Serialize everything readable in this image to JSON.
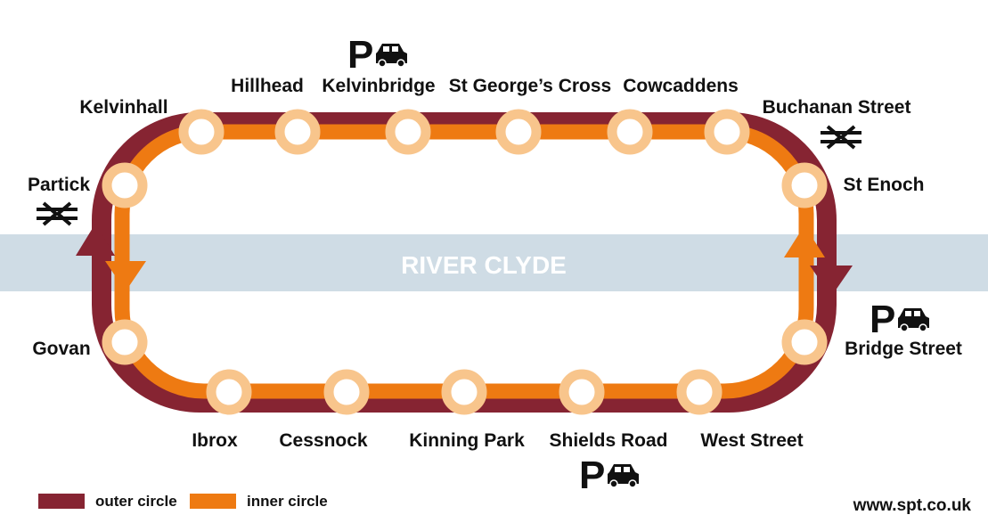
{
  "colors": {
    "outer": "#862432",
    "inner": "#ee7a12",
    "station_fill": "#ffffff",
    "station_ring": "#f8c58c",
    "river": "#cfdce5"
  },
  "river": {
    "label": "RIVER CLYDE"
  },
  "stations": [
    "Hillhead",
    "Kelvinbridge",
    "St George’s Cross",
    "Cowcaddens",
    "Kelvinhall",
    "Buchanan Street",
    "Partick",
    "St Enoch",
    "Govan",
    "Bridge Street",
    "Ibrox",
    "Cessnock",
    "Kinning Park",
    "Shields Road",
    "West Street"
  ],
  "icons": {
    "parking": [
      "parking-car-icon",
      "parking-car-icon",
      "parking-car-icon"
    ],
    "rail": [
      "national-rail-icon",
      "national-rail-icon"
    ],
    "parking_letter": "P"
  },
  "legend": {
    "outer_label": "outer circle",
    "inner_label": "inner circle"
  },
  "footer": {
    "url": "www.spt.co.uk"
  }
}
